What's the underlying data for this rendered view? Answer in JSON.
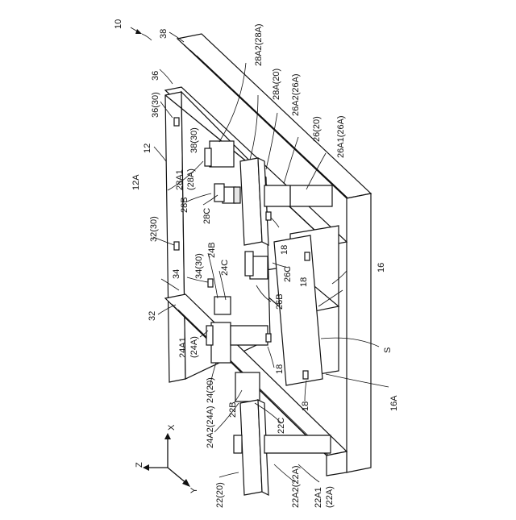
{
  "figure": {
    "ref": "10",
    "labels": [
      "38",
      "36",
      "36(30)",
      "12",
      "12A",
      "28A1",
      "(28A)",
      "38(30)",
      "28B",
      "28C",
      "28A2(28A)",
      "28A(20)",
      "26A2(26A)",
      "26(20)",
      "26A1(26A)",
      "32(30)",
      "34(30)",
      "24B",
      "24C",
      "34",
      "32",
      "18",
      "18",
      "26C",
      "26B",
      "16",
      "24A1",
      "(24A)",
      "S",
      "24(20)",
      "18",
      "22B",
      "24A2(24A)",
      "22C",
      "18",
      "16A",
      "22(20)",
      "22A2(22A)",
      "22A1",
      "(22A)"
    ],
    "axes": {
      "z": "Z",
      "x": "X",
      "y": "Y"
    }
  }
}
